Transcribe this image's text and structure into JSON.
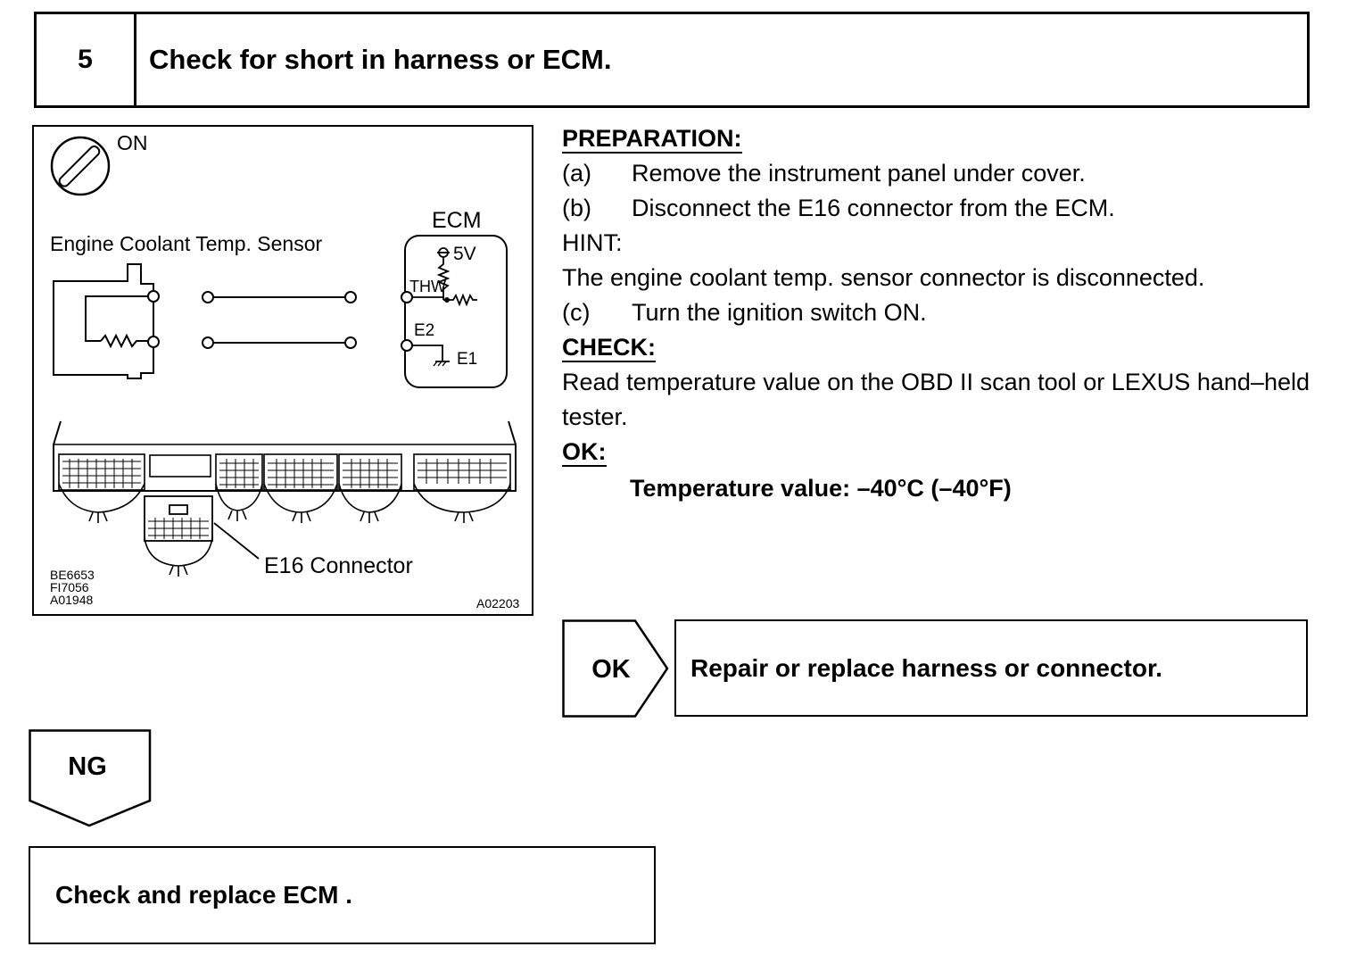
{
  "step": {
    "number": "5",
    "title": "Check for short in harness or ECM."
  },
  "figure": {
    "ignition_label": "ON",
    "ecm_label": "ECM",
    "sensor_label": "Engine Coolant Temp. Sensor",
    "pin_5v": "5V",
    "pin_thw": "THW",
    "pin_e2": "E2",
    "pin_e1": "E1",
    "connector_label": "E16 Connector",
    "code_1": "BE6653",
    "code_2": "FI7056",
    "code_3": "A01948",
    "code_4": "A02203"
  },
  "instructions": {
    "preparation_heading": "PREPARATION:",
    "prep_steps": [
      {
        "label": "(a)",
        "text": "Remove the instrument panel under cover."
      },
      {
        "label": "(b)",
        "text": "Disconnect the E16 connector from the ECM."
      }
    ],
    "hint_label": "HINT:",
    "hint_text": "The engine coolant temp. sensor connector is disconnected.",
    "step_c": {
      "label": "(c)",
      "text": "Turn the ignition switch ON."
    },
    "check_heading": "CHECK:",
    "check_text": "Read temperature value on the OBD II scan tool or LEXUS hand–held tester.",
    "ok_heading": "OK:",
    "ok_spec": "Temperature value: –40°C (–40°F)"
  },
  "results": {
    "ok_label": "OK",
    "ok_action": "Repair or replace harness or connector.",
    "ng_label": "NG",
    "ng_action": "Check and replace ECM ."
  }
}
